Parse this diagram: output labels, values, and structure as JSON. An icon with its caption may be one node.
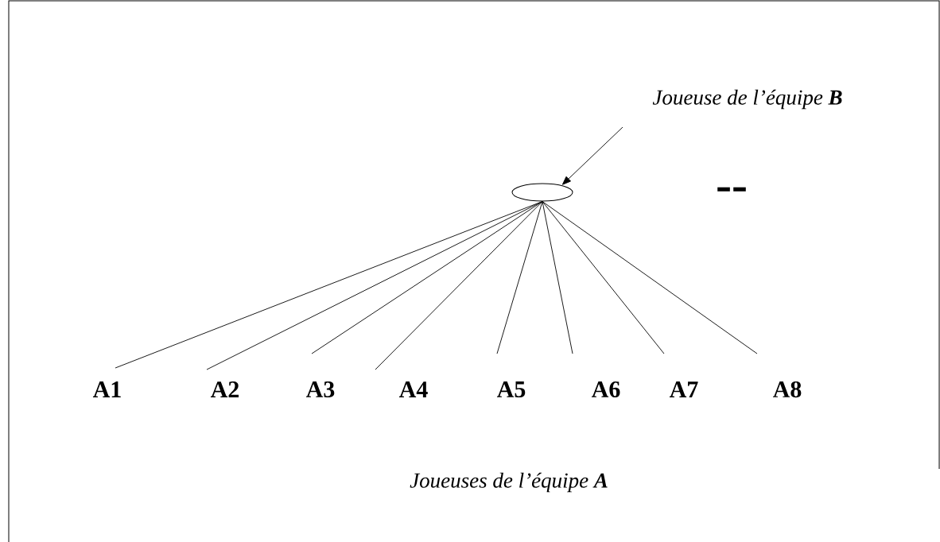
{
  "diagram": {
    "nodes": [
      {
        "text": [],
        "shape": "ellipse"
      },
      {
        "text": [
          "A1"
        ]
      },
      {
        "text": [
          "A2"
        ]
      },
      {
        "text": [
          "A3"
        ]
      },
      {
        "text": [
          "A4"
        ]
      },
      {
        "text": [
          "A5"
        ]
      },
      {
        "text": [
          "A6"
        ]
      },
      {
        "text": [
          "A7"
        ]
      },
      {
        "text": [
          "A8"
        ]
      }
    ],
    "edges": [
      {
        "from": null,
        "to": 0,
        "arrow": "to"
      },
      {
        "from": 0,
        "to": 1,
        "arrow": "none"
      },
      {
        "from": 0,
        "to": 2,
        "arrow": "none"
      },
      {
        "from": 0,
        "to": 3,
        "arrow": "none"
      },
      {
        "from": 0,
        "to": 4,
        "arrow": "none"
      },
      {
        "from": 0,
        "to": 5,
        "arrow": "none"
      },
      {
        "from": 0,
        "to": 6,
        "arrow": "none"
      },
      {
        "from": 0,
        "to": 7,
        "arrow": "none"
      },
      {
        "from": 0,
        "to": 8,
        "arrow": "none"
      }
    ],
    "labels": [
      "Joueuse de l’équipe **B**",
      "--",
      "Joueuses de l’équipe **A**"
    ]
  }
}
